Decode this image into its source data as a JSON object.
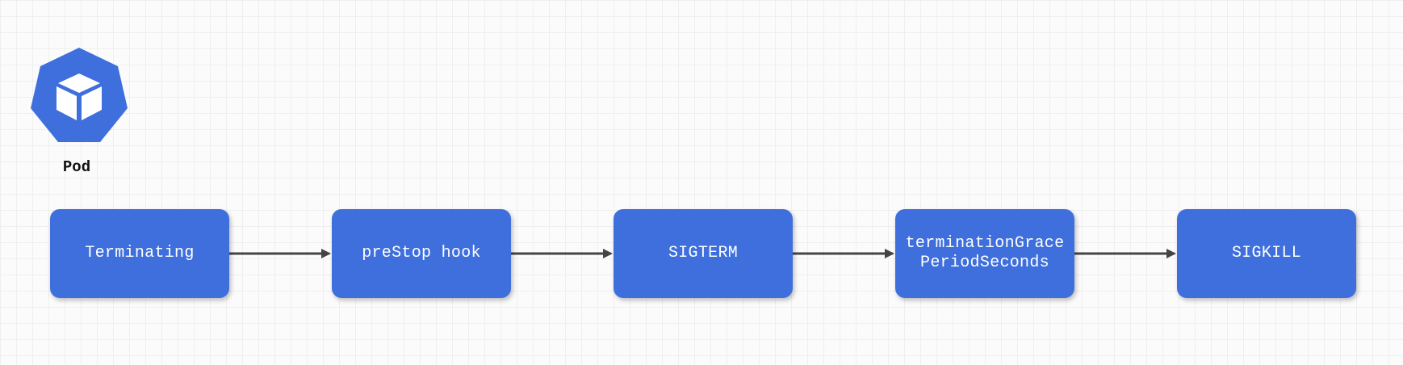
{
  "pod": {
    "label": "Pod",
    "icon": "kubernetes-pod-icon",
    "color": "#3f6fdc"
  },
  "stages": [
    {
      "label": "Terminating"
    },
    {
      "label": "preStop hook"
    },
    {
      "label": "SIGTERM"
    },
    {
      "label": "terminationGrace\nPeriodSeconds"
    },
    {
      "label": "SIGKILL"
    }
  ],
  "colors": {
    "box": "#3f6fdc",
    "arrow": "#444444",
    "text": "#ffffff"
  }
}
